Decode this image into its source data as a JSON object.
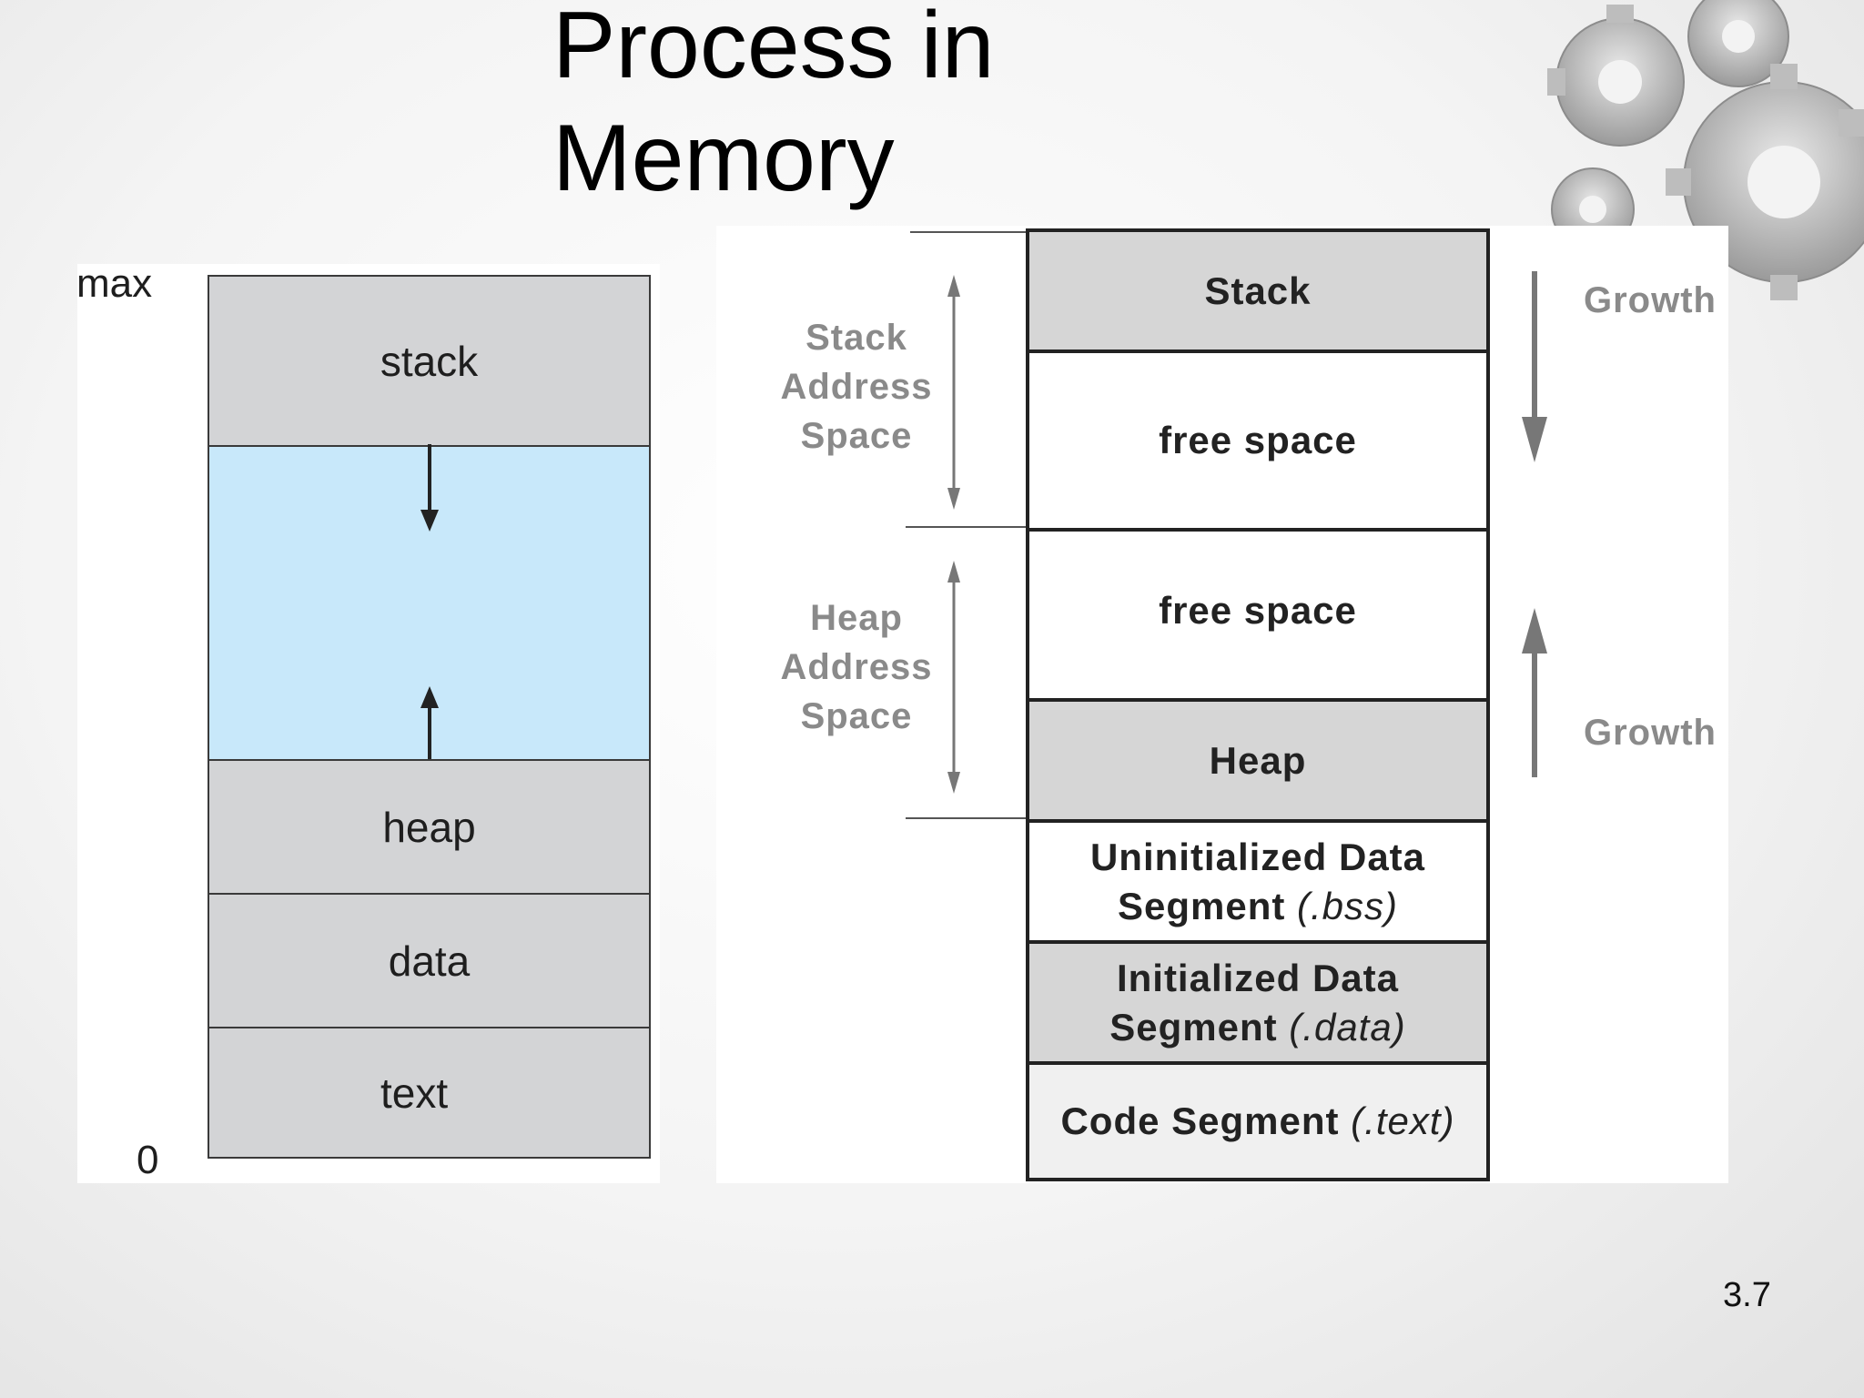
{
  "slide": {
    "title": "Process in\nMemory",
    "page_number": "3.7"
  },
  "left_diagram": {
    "max_label": "max",
    "zero_label": "0",
    "segments": {
      "stack": "stack",
      "heap": "heap",
      "data": "data",
      "text": "text"
    },
    "free_color": "#c8e8fa",
    "segment_color": "#d3d4d6"
  },
  "right_diagram": {
    "segments": {
      "stack": "Stack",
      "free_top": "free space",
      "free_bottom": "free space",
      "heap": "Heap",
      "bss_main": "Uninitialized Data",
      "bss_seg": "Segment",
      "bss_open": " (",
      "bss_ext": ".bss",
      "bss_close": ")",
      "data_main": "Initialized Data",
      "data_seg": "Segment",
      "data_open": " (",
      "data_ext": ".data",
      "data_close": ")",
      "code_main": "Code Segment",
      "code_open": " (",
      "code_ext": ".text",
      "code_close": ")"
    },
    "stack_address_space": "Stack\nAddress\nSpace",
    "heap_address_space": "Heap\nAddress\nSpace",
    "growth_top": "Growth",
    "growth_bottom": "Growth"
  }
}
